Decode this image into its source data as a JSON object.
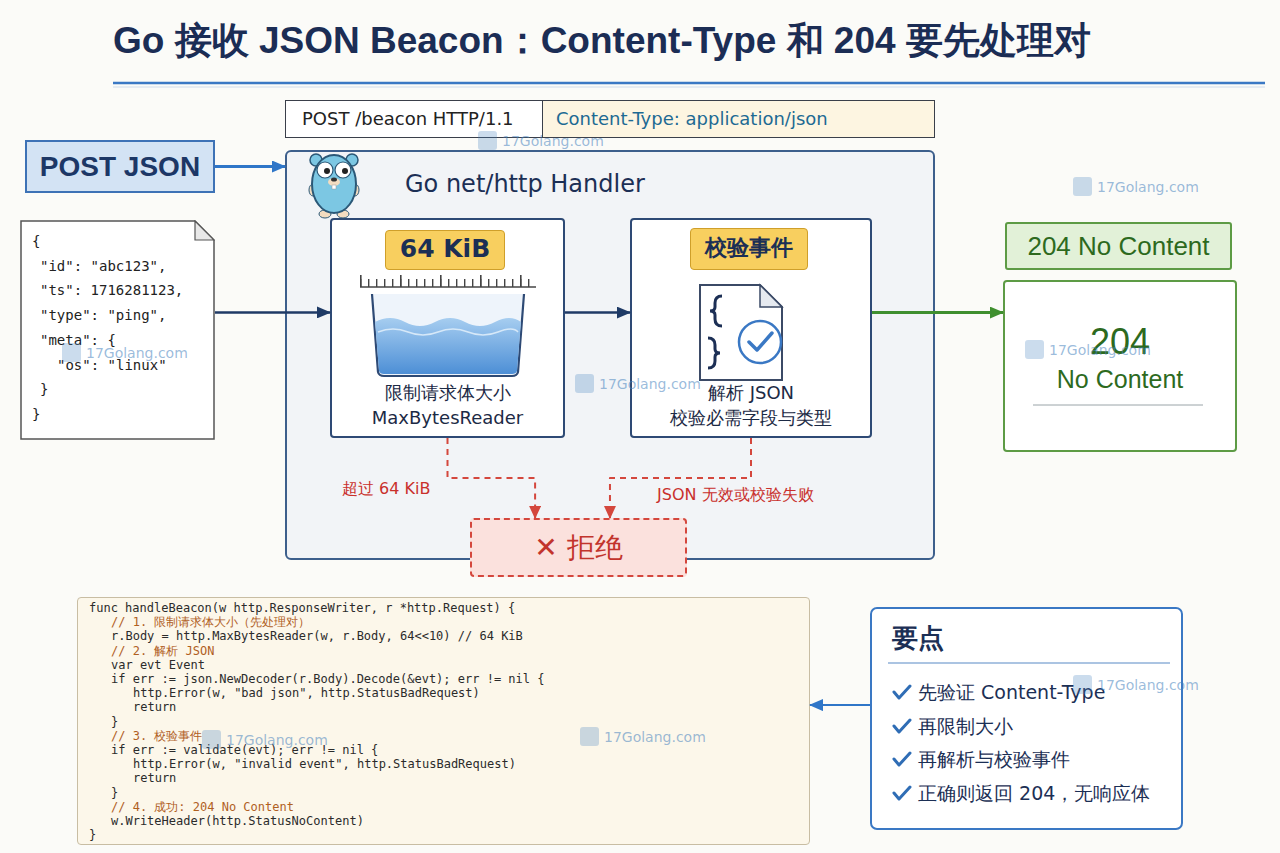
{
  "diagram": {
    "title": "Go 接收 JSON Beacon：Content-Type 和 204 要先处理对",
    "nodes": [
      {
        "text": [
          "POST /beacon HTTP/1.1",
          "Content-Type: application/json"
        ]
      },
      {
        "text": [
          "POST JSON"
        ]
      },
      {
        "text": [
          "Go net/http Handler"
        ]
      },
      {
        "text": [
          "{",
          "\"id\": \"abc123\",",
          "\"ts\": 1716281123,",
          "\"type\": \"ping\",",
          "\"meta\": {",
          "\"os\": \"linux\"",
          "}",
          "}"
        ]
      },
      {
        "text": [
          "64 KiB",
          "限制请求体大小 MaxBytesReader"
        ],
        "in": 2
      },
      {
        "text": [
          "校验事件",
          "解析 JSON 校验必需字段与类型"
        ],
        "in": 2
      },
      {
        "text": [
          "204 No Content"
        ]
      },
      {
        "text": [
          "204",
          "No Content"
        ]
      },
      {
        "text": [
          "✕ 拒绝"
        ],
        "in": 2
      },
      {
        "text": [
          "func handleBeacon(w http.ResponseWriter, r *http.Request) {",
          "// 1. 限制请求体大小（先处理对）",
          "r.Body = http.MaxBytesReader(w, r.Body, 64<<10) // 64 KiB",
          "// 2. 解析 JSON",
          "var evt Event",
          "if err := json.NewDecoder(r.Body).Decode(&evt); err != nil {",
          "http.Error(w, \"bad json\", http.StatusBadRequest)",
          "return",
          "}",
          "// 3. 校验事件",
          "if err := validate(evt); err != nil {",
          "http.Error(w, \"invalid event\", http.StatusBadRequest)",
          "return",
          "}",
          "// 4. 成功: 204 No Content",
          "w.WriteHeader(http.StatusNoContent)",
          "}"
        ]
      },
      {
        "text": [
          "要点",
          "先验证 Content-Type",
          "再限制大小",
          "再解析与校验事件",
          "正确则返回 204，无响应体"
        ]
      }
    ],
    "edges": [
      {
        "from": 1,
        "to": 2,
        "arrow": "to"
      },
      {
        "from": 3,
        "to": 4,
        "arrow": "to"
      },
      {
        "from": 4,
        "to": 5,
        "arrow": "to"
      },
      {
        "from": 5,
        "to": 7,
        "arrow": "to"
      },
      {
        "from": 4,
        "to": 8,
        "label": "超过 64 KiB",
        "arrow": "to"
      },
      {
        "from": 5,
        "to": 8,
        "label": "JSON 无效或校验失败",
        "arrow": "to"
      },
      {
        "from": 10,
        "to": 9,
        "arrow": "to"
      }
    ],
    "labels": [
      "17Golang.com",
      "17Golang.com",
      "17Golang.com",
      "17Golang.com",
      "17Golang.com",
      "17Golang.com",
      "17Golang.com",
      "17Golang.com"
    ]
  }
}
